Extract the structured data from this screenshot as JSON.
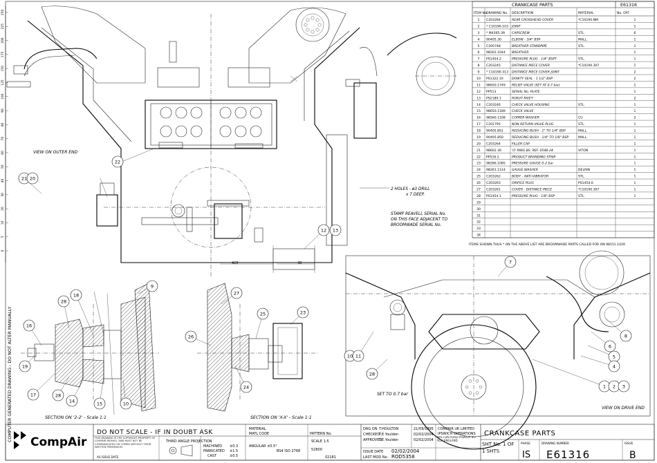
{
  "parts_table": {
    "title": "CRANKCASE PARTS",
    "code": "E61316",
    "headers": [
      "ITEM No.",
      "DRAWING No.",
      "DESCRIPTION",
      "MATERIAL",
      "No. OFF"
    ],
    "rows": [
      [
        "1",
        "C203284",
        "REAR CROSSHEAD COVER",
        "*C10190.NM",
        "1"
      ],
      [
        "2",
        "* C10190-103",
        "JOINT",
        "",
        "1"
      ],
      [
        "3",
        "* M4365-39",
        "CAPSCREW",
        "STL.",
        "6"
      ],
      [
        "4",
        "90405.30",
        "ELBOW - 3/4\" BSP",
        "MALL.",
        "1"
      ],
      [
        "5",
        "C205748",
        "BREATHER STANDPIPE",
        "STL.",
        "1"
      ],
      [
        "6",
        "98262.1044",
        "BREATHER",
        "",
        "1"
      ],
      [
        "7",
        "PS1454.2",
        "PRESSURE PLUG - 1/4\" BSPT",
        "STL.",
        "1"
      ],
      [
        "8",
        "C203245",
        "DISTANCE PIECE COVER",
        "*C10190.307",
        "1"
      ],
      [
        "9",
        "* C10190-313",
        "DISTANCE PIECE COVER JOINT",
        "",
        "2"
      ],
      [
        "10",
        "PS1322.10",
        "DOWTY SEAL - 1 1/2\" BSP",
        "",
        "2"
      ],
      [
        "11",
        "98650.1749",
        "RELIEF VALVE (SET AT 0.7 bar)",
        "",
        "1"
      ],
      [
        "12",
        "PP513",
        "SERIAL No. PLATE",
        "",
        "1"
      ],
      [
        "13",
        "PS2189.1",
        "ROKUT RIVET",
        "",
        "2"
      ],
      [
        "14",
        "C203246",
        "CHECK VALVE HOUSING",
        "STL.",
        "1"
      ],
      [
        "15",
        "98650.1189",
        "CHECK VALVE",
        "",
        "1"
      ],
      [
        "16",
        "98560.1108",
        "COPPER WASHER",
        "CU",
        "2"
      ],
      [
        "17",
        "C201795",
        "NON-RETURN VALVE PLUG",
        "STL.",
        "1"
      ],
      [
        "18",
        "90405.851",
        "REDUCING BUSH - 1\" TO 1/4\" BSP",
        "MALL.",
        "1"
      ],
      [
        "19",
        "90405.850",
        "REDUCING BUSH - 1/4\" TO 1/8\" BSP",
        "MALL.",
        "1"
      ],
      [
        "20",
        "C203264",
        "FILLER CAP",
        "",
        "1"
      ],
      [
        "21",
        "98602.30",
        "'O' RING BS. REF. 0548-24",
        "VITON",
        "1"
      ],
      [
        "22",
        "PP516.2",
        "PRODUCT BRANDING STRIP",
        "",
        "1"
      ],
      [
        "23",
        "98286.1085",
        "PRESSURE GAUGE 0-2 bar",
        "",
        "1"
      ],
      [
        "24",
        "98261.1124",
        "GAUGE WASHER",
        "DELRIN",
        "1"
      ],
      [
        "25",
        "C203262",
        "BODY - ANTI-VIBRATOR",
        "STL.",
        "1"
      ],
      [
        "26",
        "C203263",
        "ORIFICE PLUG",
        "PS1454.6",
        "1"
      ],
      [
        "27",
        "C203261",
        "COVER - DISTANCE PIECE",
        "*C10190.307",
        "1"
      ],
      [
        "28",
        "PS1454.1",
        "PRESSURE PLUG - 1/8\" BSP",
        "STL.",
        "1"
      ],
      [
        "29",
        "",
        "",
        "",
        ""
      ],
      [
        "30",
        "",
        "",
        "",
        ""
      ],
      [
        "31",
        "",
        "",
        "",
        ""
      ],
      [
        "32",
        "",
        "",
        "",
        ""
      ],
      [
        "33",
        "",
        "",
        "",
        ""
      ],
      [
        "34",
        "",
        "",
        "",
        ""
      ]
    ],
    "footnote": "ITEMS SHOWN THUS * ON THE ABOVE LIST ARE BROOMWADE PARTS CALLED FOR ON 98151.1029"
  },
  "notes": {
    "view_outer": "VIEW ON OUTER END",
    "view_drive": "VIEW ON DRIVE END",
    "holes_line1": "2 HOLES - ø3 DRILL",
    "holes_line2": "x 7 DEEP.",
    "stamp_line1": "STAMP REAVELL SERIAL No.",
    "stamp_line2": "ON THIS FACE ADJACENT TO",
    "stamp_line3": "BROOMWADE SERIAL No.",
    "set_note": "SET TO 0.7 bar",
    "section_2": "SECTION ON '2-2' - Scale 1:1",
    "section_x": "SECTION ON 'X-X' - Scale 1:1",
    "side_note": "COMPUTER GENERATED DRAWING - DO NOT ALTER MANUALLY",
    "dim_420": "420",
    "dim_38": "38"
  },
  "callouts": {
    "b1": "1",
    "b2": "2",
    "b3": "3",
    "b4": "4",
    "b5": "5",
    "b6": "6",
    "b7": "7",
    "b8": "8",
    "b9": "9",
    "b10": "10",
    "b11": "11",
    "b12": "12",
    "b13": "13",
    "b14": "14",
    "b15": "15",
    "b16": "16",
    "b17": "17",
    "b18": "18",
    "b19": "19",
    "b20": "20",
    "b21": "21",
    "b22": "22",
    "b23": "23",
    "b24": "24",
    "b25": "25",
    "b26": "26",
    "b27": "27",
    "b28": "28"
  },
  "scale_marks": [
    "250",
    "225",
    "200",
    "175",
    "150",
    "125",
    "100",
    "90",
    "80",
    "70",
    "60",
    "50",
    "40",
    "30",
    "20",
    "10",
    "5",
    "0"
  ],
  "title_block": {
    "logo": "CompAir",
    "do_not_scale": "DO NOT SCALE - IF IN DOUBT ASK",
    "copyright": "THIS DRAWING IS THE COPYRIGHT PROPERTY OF COMPAIR REAVELL AND MUST NOT BE COMMUNICATED OR COPIED WITHOUT THEIR WRITTEN PERMISSION",
    "as_issue": "AS ISSUE DATE",
    "projection": "THIRD ANGLE PROJECTION",
    "material_label": "MATERIAL",
    "matl_code": "MATL CODE",
    "pattern_no": "PATTERN No.",
    "scale": "SCALE 1:5",
    "machined": "MACHINED",
    "fabricated": "FABRICATED",
    "cast": "CAST",
    "tol_1": "±0.3",
    "tol_2": "±1.5",
    "tol_3": "±0.5",
    "angular": "ANGULAR ±0.5°",
    "bs": "BS4 ISO 2768",
    "product": "52800",
    "drawn_by": "T.HOULTON",
    "drawn_date": "21/09/1995",
    "checked": "T.E.Youlden",
    "checked_date": "02/02/2004",
    "approved": "T.E.Youlden",
    "approved_date": "02/02/2004",
    "company": "COMPAIR UK LIMITED",
    "division": "IPSWICH OPERATIONS",
    "address": "NACTON ROAD IPSWICH IP3 9QH ENGLAND",
    "issue_date": "02/02/2004",
    "last_mod": "ROD5358",
    "drg_title": "CRANKCASE PARTS",
    "sheet": "SHT No. 1 OF 1 SHTS",
    "phase": "IS",
    "drawing_no": "E61316",
    "issue": "B",
    "issue_label": "ISSUE",
    "phase_label": "PHASE",
    "drg_label": "DRAWING NUMBER",
    "last_mod_label": "LAST MOD No.",
    "issue_date_label": "ISSUE DATE",
    "drawn_label": "DRG ON",
    "checked_label": "CHECKED",
    "approved_label": "APPROVED",
    "page_no": "02181"
  }
}
